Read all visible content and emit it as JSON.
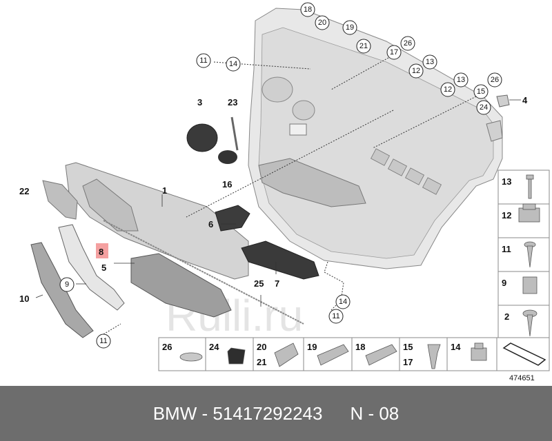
{
  "diagram": {
    "part_callouts": [
      {
        "id": "18",
        "label": "18"
      },
      {
        "id": "20",
        "label": "20"
      },
      {
        "id": "19",
        "label": "19"
      },
      {
        "id": "21",
        "label": "21"
      },
      {
        "id": "17a",
        "label": "17"
      },
      {
        "id": "26a",
        "label": "26"
      },
      {
        "id": "11a",
        "label": "11"
      },
      {
        "id": "14a",
        "label": "14"
      },
      {
        "id": "12a",
        "label": "12"
      },
      {
        "id": "13a",
        "label": "13"
      },
      {
        "id": "12b",
        "label": "12"
      },
      {
        "id": "13b",
        "label": "13"
      },
      {
        "id": "15",
        "label": "15"
      },
      {
        "id": "26b",
        "label": "26"
      },
      {
        "id": "24",
        "label": "24"
      },
      {
        "id": "14b",
        "label": "14"
      },
      {
        "id": "11b",
        "label": "11"
      },
      {
        "id": "9",
        "label": "9"
      },
      {
        "id": "11c",
        "label": "11"
      }
    ],
    "bold_labels": [
      {
        "id": "3",
        "label": "3"
      },
      {
        "id": "23",
        "label": "23"
      },
      {
        "id": "16",
        "label": "16"
      },
      {
        "id": "4",
        "label": "4"
      },
      {
        "id": "22",
        "label": "22"
      },
      {
        "id": "1",
        "label": "1"
      },
      {
        "id": "6",
        "label": "6"
      },
      {
        "id": "5",
        "label": "5"
      },
      {
        "id": "7",
        "label": "7"
      },
      {
        "id": "25",
        "label": "25"
      },
      {
        "id": "10",
        "label": "10"
      }
    ],
    "highlighted_label": {
      "label": "8",
      "color": "#f4a0a0"
    },
    "side_legend": [
      "13",
      "12",
      "11",
      "9",
      "2"
    ],
    "bottom_legend": [
      {
        "id": "26",
        "top": "26",
        "bottom": ""
      },
      {
        "id": "24",
        "top": "24",
        "bottom": ""
      },
      {
        "id": "20",
        "top": "20",
        "bottom": "21"
      },
      {
        "id": "19",
        "top": "19",
        "bottom": ""
      },
      {
        "id": "18",
        "top": "18",
        "bottom": ""
      },
      {
        "id": "15",
        "top": "15",
        "bottom": "17"
      },
      {
        "id": "14",
        "top": "14",
        "bottom": ""
      }
    ],
    "diagram_number": "474651",
    "watermark": "Rulli.ru"
  },
  "footer": {
    "brand": "BMW",
    "dash1": "-",
    "part_number": "51417292243",
    "section": "N - 08"
  },
  "colors": {
    "footer_bg": "#6d6d6d",
    "highlight": "#f4a0a0"
  }
}
